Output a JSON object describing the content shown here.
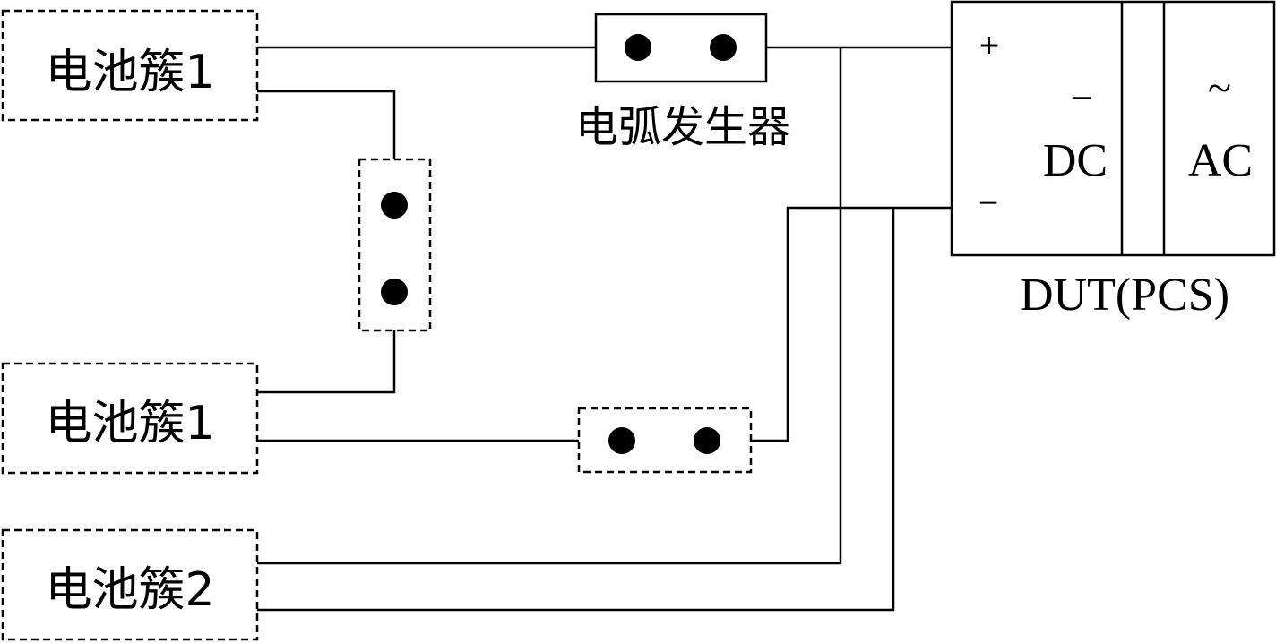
{
  "battery_clusters": [
    {
      "label": "电池簇1"
    },
    {
      "label": "电池簇1"
    },
    {
      "label": "电池簇2"
    }
  ],
  "arc_generator": {
    "label": "电弧发生器"
  },
  "dut": {
    "label": "DUT(PCS)",
    "plus_sign": "+",
    "minus_sign": "−",
    "dc_minus_sign": "−",
    "dc_label": "DC",
    "ac_symbol": "~",
    "ac_label": "AC"
  },
  "colors": {
    "line": "#000000",
    "dot": "#000000",
    "background": "#ffffff"
  }
}
